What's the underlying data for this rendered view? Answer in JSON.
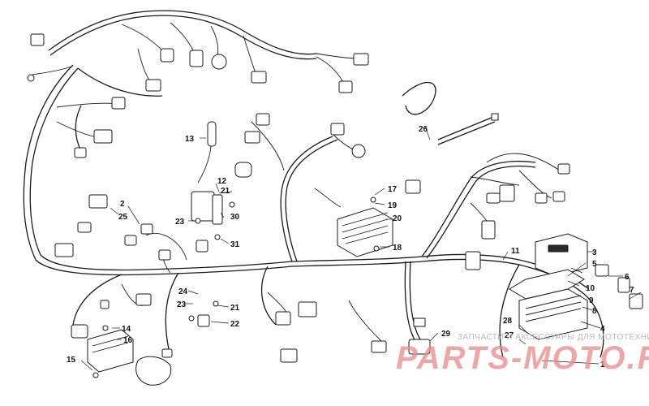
{
  "diagram": {
    "callouts": [
      {
        "label": "1"
      },
      {
        "label": "2"
      },
      {
        "label": "3"
      },
      {
        "label": "4"
      },
      {
        "label": "5"
      },
      {
        "label": "6"
      },
      {
        "label": "7"
      },
      {
        "label": "8"
      },
      {
        "label": "9"
      },
      {
        "label": "10"
      },
      {
        "label": "11"
      },
      {
        "label": "12"
      },
      {
        "label": "13"
      },
      {
        "label": "14"
      },
      {
        "label": "15"
      },
      {
        "label": "16"
      },
      {
        "label": "17"
      },
      {
        "label": "18"
      },
      {
        "label": "19"
      },
      {
        "label": "20"
      },
      {
        "label": "21"
      },
      {
        "label": "21"
      },
      {
        "label": "22"
      },
      {
        "label": "23"
      },
      {
        "label": "23"
      },
      {
        "label": "24"
      },
      {
        "label": "25"
      },
      {
        "label": "26"
      },
      {
        "label": "27"
      },
      {
        "label": "28"
      },
      {
        "label": "29"
      },
      {
        "label": "30"
      },
      {
        "label": "31"
      }
    ]
  },
  "watermark": {
    "tagline": "ЗАПЧАСТИ И АКСЕССУАРЫ ДЛЯ МОТОТЕХНИКИ",
    "brand": "PARTS-MOTO.RU",
    "color": "#e58c8c"
  }
}
